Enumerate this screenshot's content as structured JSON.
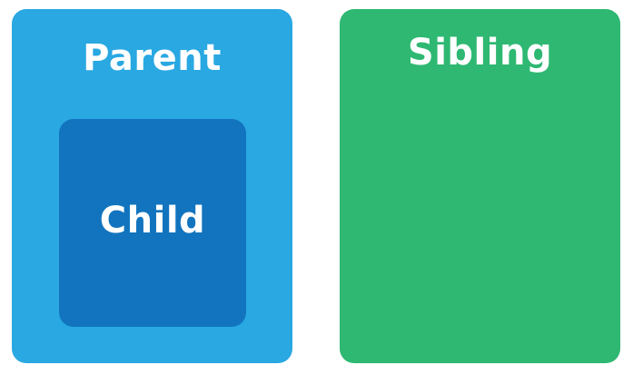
{
  "diagram": {
    "parent": {
      "label": "Parent",
      "color": "#29a8e2"
    },
    "child": {
      "label": "Child",
      "color": "#1274be"
    },
    "sibling": {
      "label": "Sibling",
      "color": "#2eb872"
    },
    "text_color": "#ffffff"
  }
}
